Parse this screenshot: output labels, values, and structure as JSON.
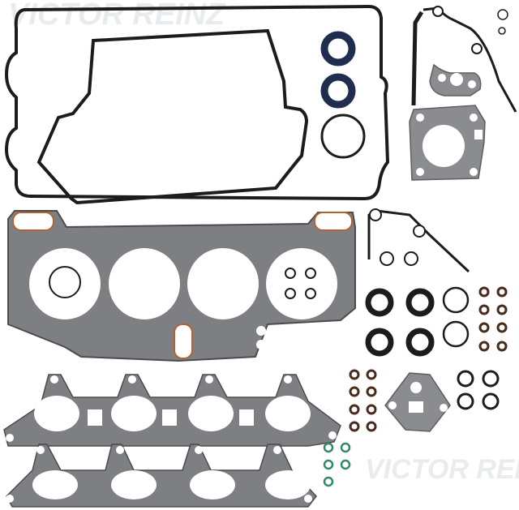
{
  "image": {
    "subject": "Engine full gasket set",
    "background": "#ffffff"
  },
  "watermarks": [
    {
      "text": "VICTOR REINZ",
      "position": "top-left"
    },
    {
      "text": "VICTOR REINZ",
      "position": "middle"
    },
    {
      "text": "VICTOR REINZ",
      "position": "bottom-right"
    }
  ],
  "colors": {
    "rubber": "#1c1c1c",
    "seal_blue": "#1f2d4f",
    "gasket_gray": "#7d7f82",
    "gasket_fill": "#8a8c8f",
    "copper": "#b5622f",
    "brown_oring": "#4a2a1a",
    "green_oring": "#2e8a68"
  },
  "parts": [
    {
      "name": "valve-cover-gasket-outer"
    },
    {
      "name": "valve-cover-gasket-inner"
    },
    {
      "name": "oil-seal",
      "count": 2
    },
    {
      "name": "o-ring-large"
    },
    {
      "name": "timing-cover-gasket",
      "count": 2
    },
    {
      "name": "small-flange-gasket"
    },
    {
      "name": "throttle-body-gasket"
    },
    {
      "name": "cylinder-head-gasket"
    },
    {
      "name": "crankshaft-seals",
      "count": 4
    },
    {
      "name": "valve-stem-seals",
      "count": 16
    },
    {
      "name": "intake-manifold-gasket"
    },
    {
      "name": "exhaust-manifold-gasket"
    },
    {
      "name": "egr-gasket"
    },
    {
      "name": "green-o-rings",
      "count": 5
    }
  ]
}
